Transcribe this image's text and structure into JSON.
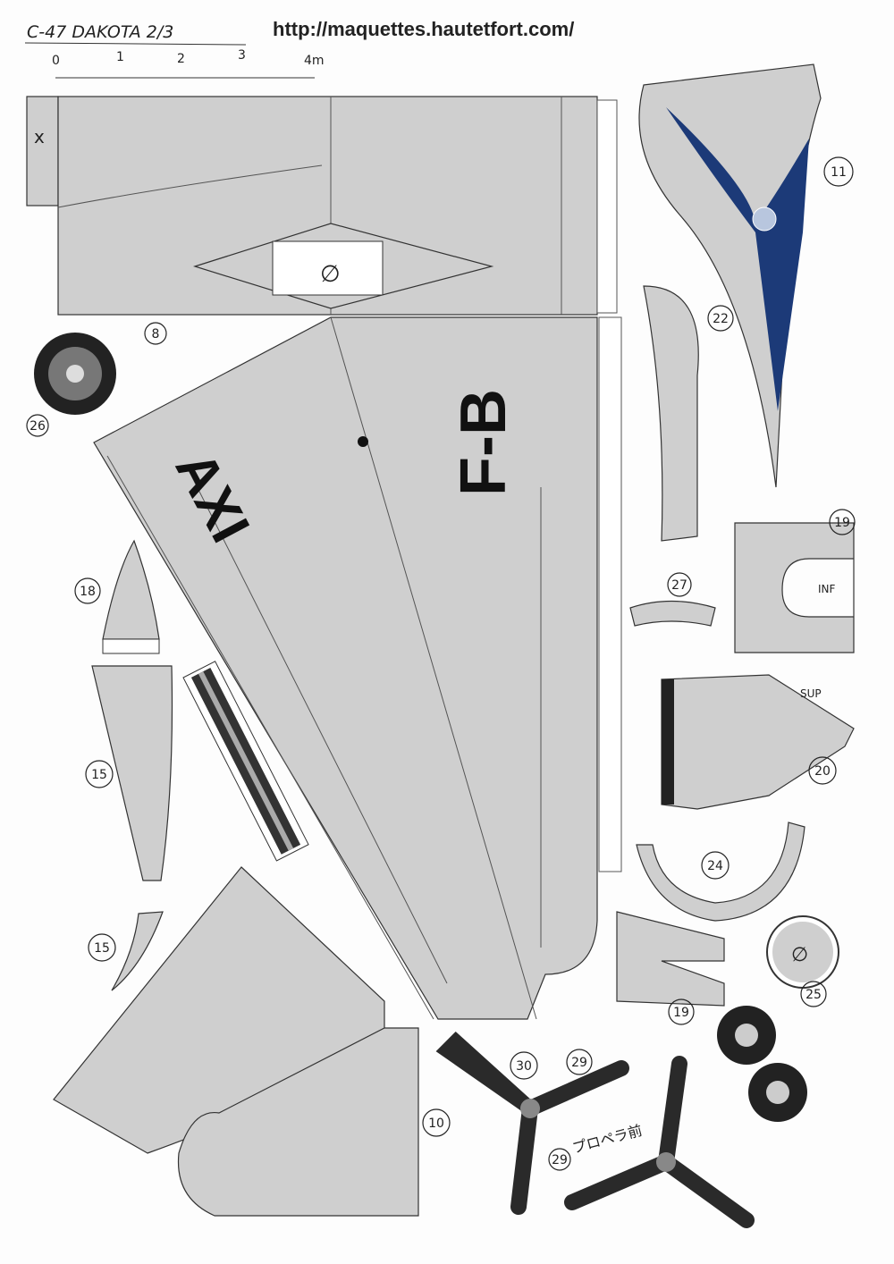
{
  "header": {
    "title": "C-47 DAKOTA  2/3",
    "url": "http://maquettes.hautetfort.com/"
  },
  "scale": {
    "ticks": [
      "0",
      "1",
      "2",
      "3",
      "4m"
    ]
  },
  "markings": {
    "axi": "AXI",
    "fb": "F-B",
    "diameter": "∅",
    "x": "x",
    "inf": "INF",
    "sup": "SUP",
    "propeller_jp": "プロペラ前"
  },
  "parts": {
    "p8": "8",
    "p11": "11",
    "p22": "22",
    "p26": "26",
    "p18": "18",
    "p15a": "15",
    "p15b": "15",
    "p27": "27",
    "p19a": "19",
    "p20": "20",
    "p24": "24",
    "p25": "25",
    "p19b": "19",
    "p30": "30",
    "p29a": "29",
    "p29b": "29",
    "p10": "10"
  },
  "colors": {
    "paper": "#cfcfcf",
    "blue": "#1c3a78",
    "dark": "#222222"
  }
}
